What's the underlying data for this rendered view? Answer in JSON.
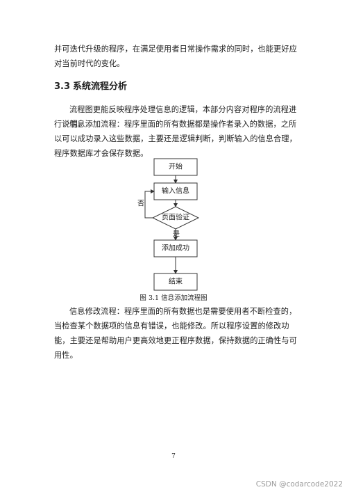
{
  "intro_paragraph": "并可迭代升级的程序，在满足使用者日常操作需求的同时，也能更好应对当前时代的变化。",
  "section": {
    "number": "3.3",
    "title": "系统流程分析"
  },
  "paragraphs": {
    "p1": "流程图更能反映程序处理信息的逻辑，本部分内容对程序的流程进行说明。",
    "p2": "信息添加流程：程序里面的所有数据都是操作者录入的数据，之所以可以成功录入这些数据，主要还是逻辑判断，判断输入的信息合理，程序数据库才会保存数据。",
    "p3": "信息修改流程：程序里面的所有数据也是需要使用者不断检查的，当检查某个数据项的信息有错误，也能修改。所以程序设置的修改功能，主要还是帮助用户更高效地更正程序数据，保持数据的正确性与可用性。"
  },
  "flowchart": {
    "nodes": {
      "start": "开始",
      "input": "输入信息",
      "verify": "页面验证",
      "success": "添加成功",
      "end": "结束"
    },
    "labels": {
      "no": "否",
      "yes": "是"
    },
    "caption": "图 3.1  信息添加流程图"
  },
  "page_number": "7",
  "watermark": "CSDN @codarcode2022"
}
